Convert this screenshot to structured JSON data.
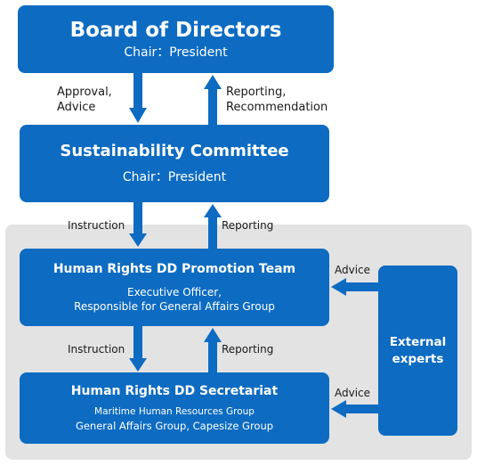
{
  "board": {
    "title": "Board of Directors",
    "chair": "Chair：President"
  },
  "sustainability": {
    "title": "Sustainability Committee",
    "chair": "Chair：President"
  },
  "promotion_team": {
    "title": "Human Rights DD Promotion Team",
    "line1": "Executive Officer,",
    "line2": "Responsible for General Affairs Group"
  },
  "secretariat": {
    "title": "Human Rights DD Secretariat",
    "line1": "Maritime Human Resources Group",
    "line2": "General Affairs Group, Capesize Group"
  },
  "external": {
    "line1": "External",
    "line2": "experts"
  },
  "labels": {
    "approval_line1": "Approval,",
    "approval_line2": "Advice",
    "reporting_rec_line1": "Reporting,",
    "reporting_rec_line2": "Recommendation",
    "instruction_1": "Instruction",
    "reporting_1": "Reporting",
    "instruction_2": "Instruction",
    "reporting_2": "Reporting",
    "advice_1": "Advice",
    "advice_2": "Advice"
  },
  "colors": {
    "box": "#0d6bc1",
    "panel": "#e3e3e3",
    "text_dark": "#1a1a1a"
  }
}
